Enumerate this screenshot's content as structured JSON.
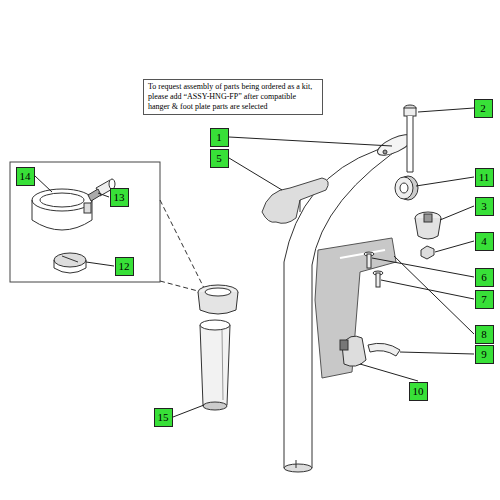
{
  "diagram": {
    "nodes": [
      {
        "text": [
          "To request assembly of parts being ordered as a kit, please add “ASSY-HNG-FP” after compatible hanger & foot plate parts are selected"
        ]
      },
      {
        "text": [
          "2"
        ]
      },
      {
        "text": [
          "1"
        ]
      },
      {
        "text": [
          "5"
        ]
      },
      {
        "text": [
          "11"
        ]
      },
      {
        "text": [
          "3"
        ]
      },
      {
        "text": [
          "4"
        ]
      },
      {
        "text": [
          "14"
        ]
      },
      {
        "text": [
          "13"
        ]
      },
      {
        "text": [
          "12"
        ]
      },
      {
        "text": [
          "6"
        ]
      },
      {
        "text": [
          "7"
        ]
      },
      {
        "text": [
          "8"
        ]
      },
      {
        "text": [
          "9"
        ]
      },
      {
        "text": [
          "10"
        ]
      },
      {
        "text": [
          "15"
        ]
      }
    ]
  }
}
